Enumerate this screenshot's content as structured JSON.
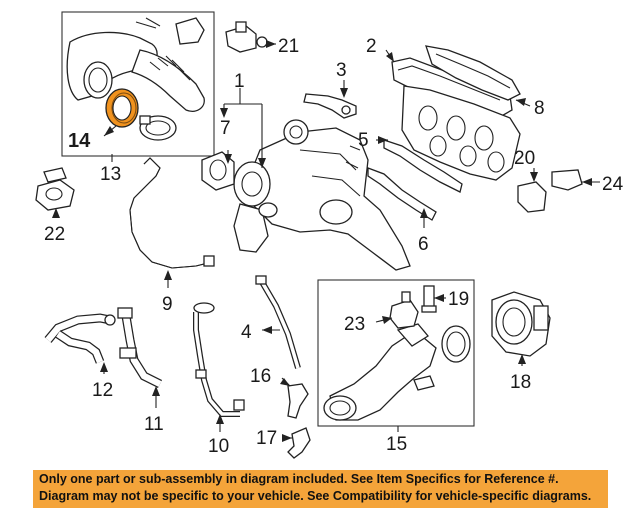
{
  "callouts": {
    "c1": "1",
    "c2": "2",
    "c3": "3",
    "c4": "4",
    "c5": "5",
    "c6": "6",
    "c7": "7",
    "c8": "8",
    "c9": "9",
    "c10": "10",
    "c11": "11",
    "c12": "12",
    "c13": "13",
    "c14": "14",
    "c15": "15",
    "c16": "16",
    "c17": "17",
    "c18": "18",
    "c19": "19",
    "c20": "20",
    "c21": "21",
    "c22": "22",
    "c23": "23",
    "c24": "24"
  },
  "highlight_color": "#f0921e",
  "banner": {
    "line1": "Only one part or sub-assembly in diagram included. See Item Specifics for Reference #.",
    "line2": "Diagram may not be specific to your vehicle. See Compatibility for vehicle-specific diagrams.",
    "background": "#f4a43a"
  }
}
